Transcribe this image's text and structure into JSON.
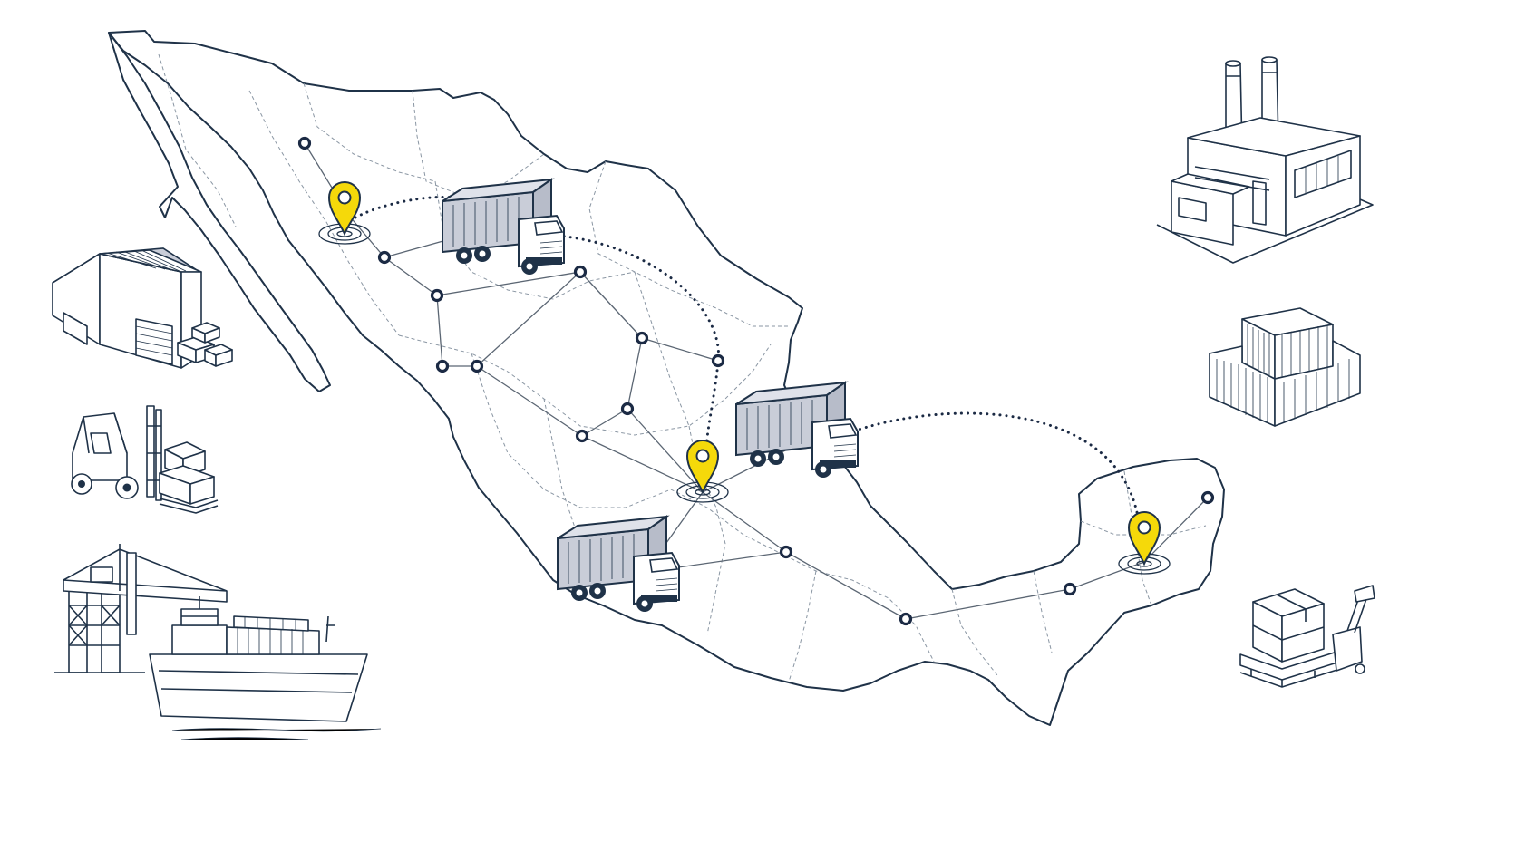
{
  "palette": {
    "outline": "#1f3248",
    "node": "#1b2a44",
    "pin": "#f5d90a",
    "truck_body": "#c9cdd8",
    "truck_cab": "#ffffff",
    "background": "#ffffff"
  },
  "icons": {
    "left": [
      "warehouse-icon",
      "forklift-icon",
      "port-crane-ship-icon"
    ],
    "right": [
      "factory-icon",
      "shipping-containers-icon",
      "pallet-jack-icon"
    ],
    "map": [
      "location-pin-icon",
      "delivery-truck-icon",
      "network-node-icon"
    ]
  },
  "map": {
    "region": "Mexico",
    "pin_count": 3,
    "truck_count": 3,
    "network_node_count": 14,
    "dotted_route_count": 3
  }
}
